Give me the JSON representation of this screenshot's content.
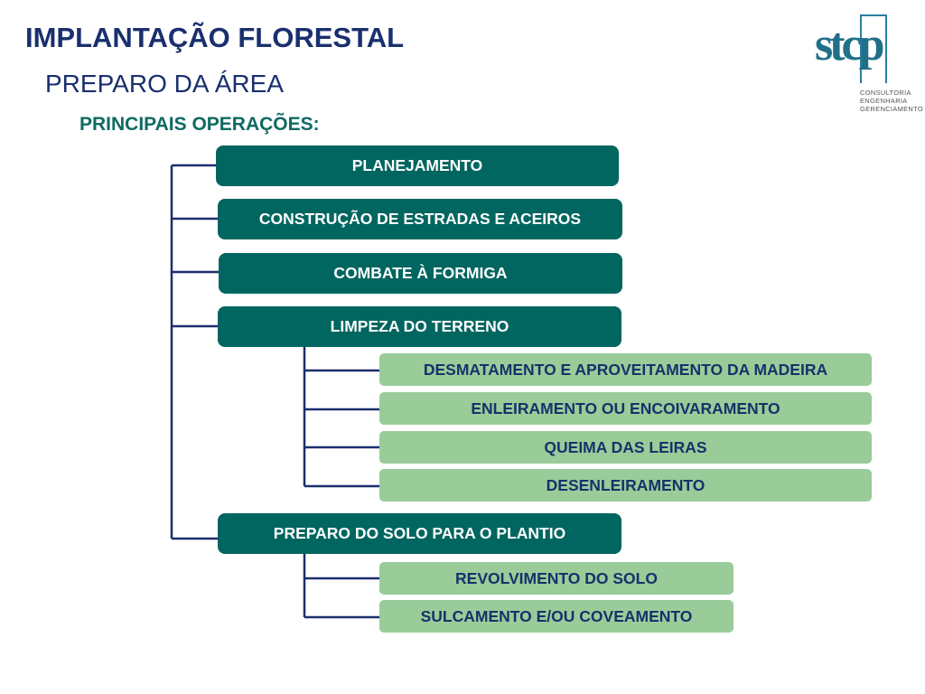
{
  "header": {
    "title": "IMPLANTAÇÃO FLORESTAL",
    "subtitle": "PREPARO DA ÁREA",
    "section": "PRINCIPAIS OPERAÇÕES:"
  },
  "logo": {
    "mark": "stcp",
    "lines": [
      "CONSULTORIA",
      "ENGENHARIA",
      "GERENCIAMENTO"
    ]
  },
  "operations": [
    {
      "label": "PLANEJAMENTO",
      "children": []
    },
    {
      "label": "CONSTRUÇÃO DE ESTRADAS E ACEIROS",
      "children": []
    },
    {
      "label": "COMBATE À FORMIGA",
      "children": []
    },
    {
      "label": "LIMPEZA DO TERRENO",
      "children": [
        "DESMATAMENTO E APROVEITAMENTO DA MADEIRA",
        "ENLEIRAMENTO OU ENCOIVARAMENTO",
        "QUEIMA DAS LEIRAS",
        "DESENLEIRAMENTO"
      ]
    },
    {
      "label": "PREPARO DO SOLO PARA O PLANTIO",
      "children": [
        "REVOLVIMENTO DO SOLO",
        "SULCAMENTO E/OU COVEAMENTO"
      ]
    }
  ],
  "colors": {
    "title": "#1a2f6e",
    "section": "#0f6b62",
    "dark_box": "#00665f",
    "light_box": "#99cc99",
    "connector": "#1a2f6e"
  }
}
